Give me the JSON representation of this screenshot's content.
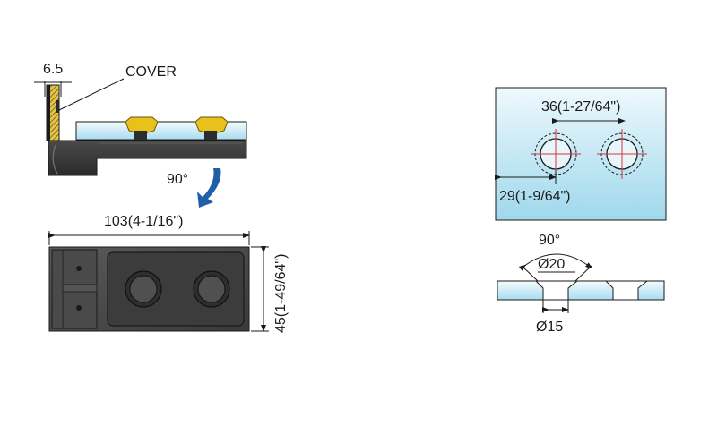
{
  "labels": {
    "thickness": "6.5",
    "cover": "COVER",
    "rotation_left": "90°",
    "width": "103(4-1/16\")",
    "height": "45(1-49/64\")",
    "hole_spacing": "36(1-27/64\")",
    "edge_offset": "29(1-9/64\")",
    "countersink_angle": "90°",
    "countersink_diameter": "Ø20",
    "hole_diameter": "Ø15"
  },
  "colors": {
    "line": "#1a1a1a",
    "body_dark": "#3a3a3a",
    "glass_light": "#e6f6fb",
    "glass_dark": "#9fd8ec",
    "gasket": "#e8c21a",
    "arrow": "#1f5fa8",
    "centerline": "#e0303a"
  }
}
